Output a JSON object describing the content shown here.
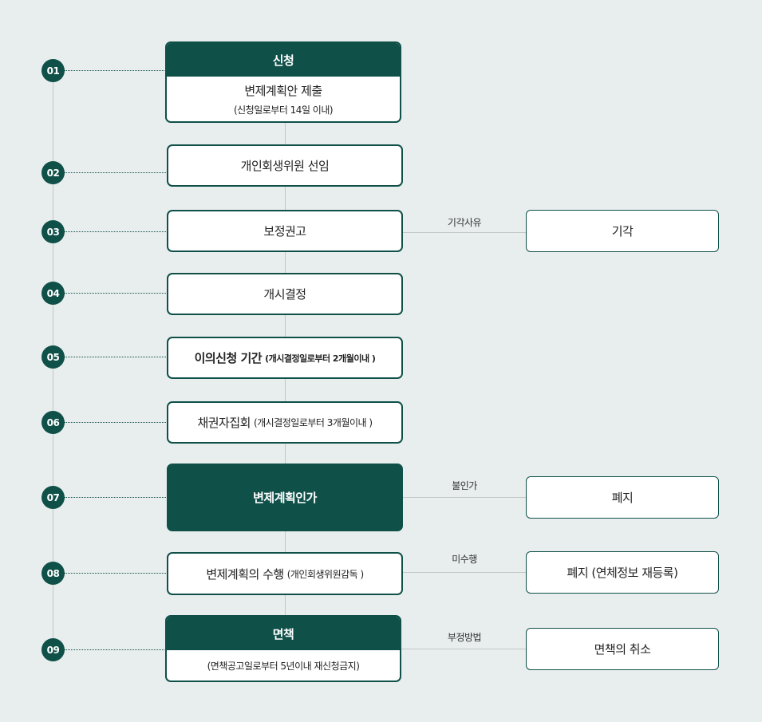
{
  "steps": [
    {
      "num": "01",
      "header": "신청",
      "title": "변제계획안 제출",
      "note": "(신청일로부터 14일 이내)"
    },
    {
      "num": "02",
      "title": "개인회생위원 선임"
    },
    {
      "num": "03",
      "title": "보정권고",
      "branch_label": "기각사유",
      "branch_result": "기각"
    },
    {
      "num": "04",
      "title": "개시결정"
    },
    {
      "num": "05",
      "title": "이의신청 기간",
      "note": "(개시결정일로부터 2개월이내 )"
    },
    {
      "num": "06",
      "title": "채권자집회",
      "note": "(개시결정일로부터 3개월이내 )"
    },
    {
      "num": "07",
      "title": "변제계획인가",
      "branch_label": "불인가",
      "branch_result": "폐지"
    },
    {
      "num": "08",
      "title": "변제계획의 수행",
      "note": "(개인회생위원감독 )",
      "branch_label": "미수행",
      "branch_result": "폐지 (연체정보 재등록)"
    },
    {
      "num": "09",
      "header": "면책",
      "note": "(면책공고일로부터 5년이내 재신청금지)",
      "branch_label": "부정방법",
      "branch_result": "면책의 취소"
    }
  ],
  "colors": {
    "primary": "#0f5049",
    "background": "#e8eeed",
    "connector": "#c2c6c6"
  }
}
